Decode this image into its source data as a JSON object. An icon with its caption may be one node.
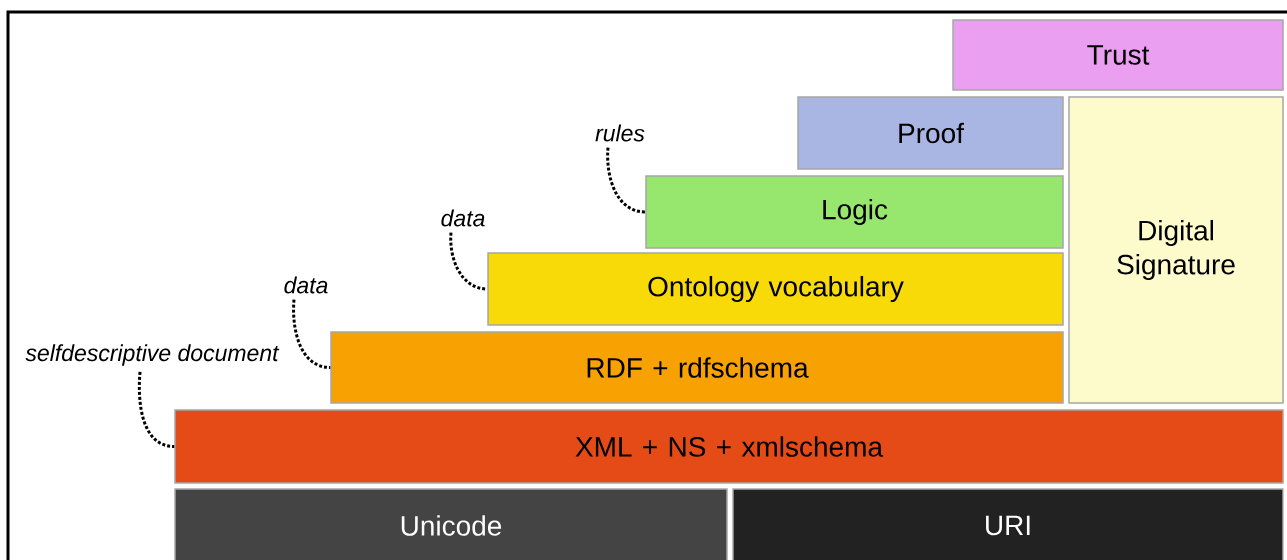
{
  "diagram": {
    "nodes": [
      {
        "text": [
          "Trust"
        ]
      },
      {
        "text": [
          "Proof"
        ]
      },
      {
        "text": [
          "Digital Signature"
        ]
      },
      {
        "text": [
          "rules"
        ]
      },
      {
        "text": [
          "Logic"
        ]
      },
      {
        "text": [
          "data"
        ]
      },
      {
        "text": [
          "Ontology vocabulary"
        ]
      },
      {
        "text": [
          "data"
        ]
      },
      {
        "text": [
          "RDF + rdfschema"
        ]
      },
      {
        "text": [
          "selfdescriptive document"
        ]
      },
      {
        "text": [
          "XML + NS + xmlschema"
        ]
      },
      {
        "text": [
          "Unicode"
        ]
      },
      {
        "text": [
          "URI"
        ]
      }
    ],
    "edges": [
      {
        "from": 3,
        "to": 4,
        "arrow": "none"
      },
      {
        "from": 5,
        "to": 6,
        "arrow": "none"
      },
      {
        "from": 7,
        "to": 8,
        "arrow": "none"
      },
      {
        "from": 9,
        "to": 10,
        "arrow": "none"
      }
    ]
  }
}
